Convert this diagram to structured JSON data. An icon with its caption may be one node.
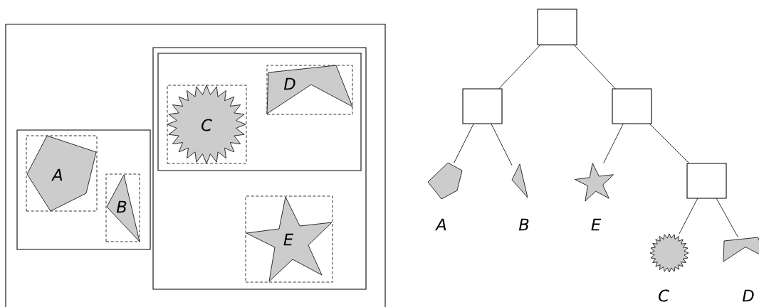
{
  "diagram": {
    "nodes": [
      {
        "text": [],
        "shape": "box"
      },
      {
        "text": [],
        "shape": "box",
        "in": 0
      },
      {
        "text": [
          "A"
        ],
        "in": 1
      },
      {
        "text": [
          "B"
        ],
        "in": 1
      },
      {
        "text": [],
        "shape": "box",
        "in": 0
      },
      {
        "text": [],
        "shape": "box",
        "in": 4
      },
      {
        "text": [
          "C"
        ],
        "in": 5
      },
      {
        "text": [
          "D"
        ],
        "in": 5
      },
      {
        "text": [
          "E"
        ],
        "in": 4
      },
      {
        "text": [],
        "shape": "box"
      },
      {
        "text": [],
        "shape": "box"
      },
      {
        "text": [],
        "shape": "box"
      },
      {
        "text": [],
        "shape": "box"
      },
      {
        "text": [],
        "shape": "pentagon",
        "beside": [
          "A"
        ]
      },
      {
        "text": [],
        "shape": "triangle",
        "beside": [
          "B"
        ]
      },
      {
        "text": [],
        "shape": "star",
        "beside": [
          "E"
        ]
      },
      {
        "text": [],
        "shape": "starburst",
        "beside": [
          "C"
        ]
      },
      {
        "text": [],
        "shape": "polygon",
        "beside": [
          "D"
        ]
      }
    ],
    "edges": [
      {
        "from": 9,
        "to": 10,
        "arrow": "none"
      },
      {
        "from": 9,
        "to": 11,
        "arrow": "none"
      },
      {
        "from": 10,
        "to": 13,
        "arrow": "none"
      },
      {
        "from": 10,
        "to": 14,
        "arrow": "none"
      },
      {
        "from": 11,
        "to": 15,
        "arrow": "none"
      },
      {
        "from": 11,
        "to": 12,
        "arrow": "none"
      },
      {
        "from": 12,
        "to": 16,
        "arrow": "none"
      },
      {
        "from": 12,
        "to": 17,
        "arrow": "none"
      }
    ]
  }
}
